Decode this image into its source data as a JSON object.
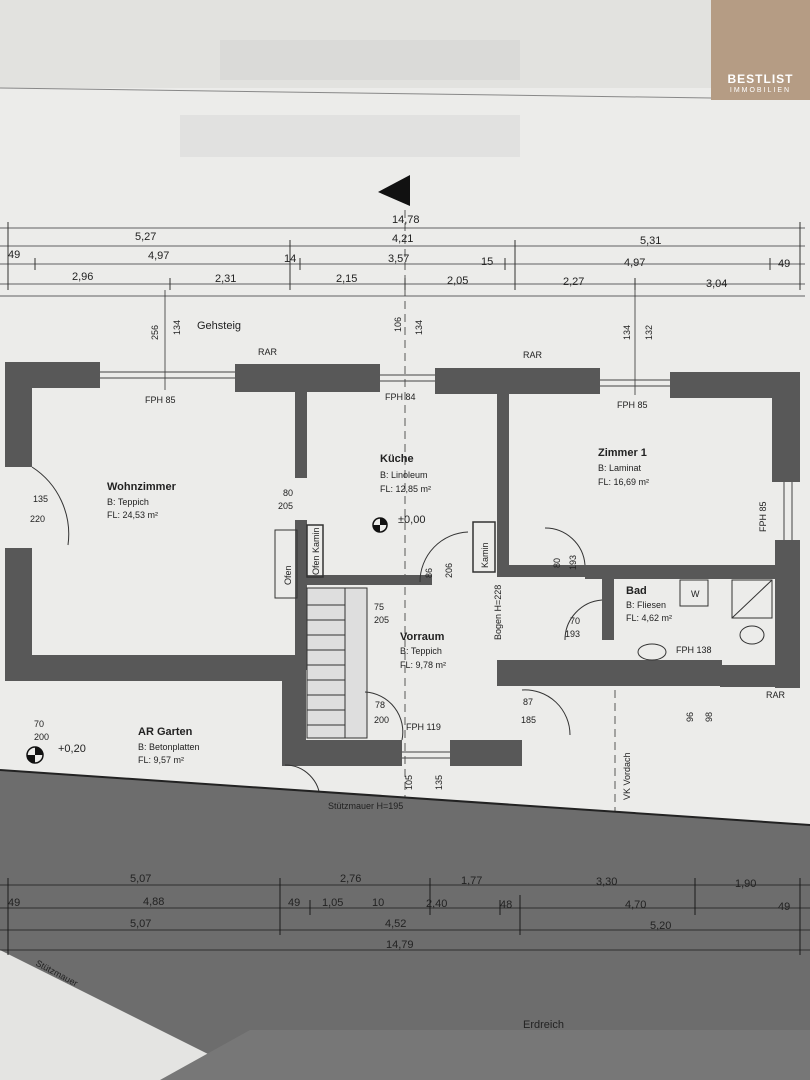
{
  "logo": {
    "brand": "BESTLIST",
    "sub": "IMMOBILIEN"
  },
  "dims_top": {
    "total": "14,78",
    "row1": [
      "5,27",
      "4,21",
      "5,31"
    ],
    "row2": [
      "49",
      "4,97",
      "14",
      "3,57",
      "15",
      "4,97",
      "49"
    ],
    "row3": [
      "2,96",
      "2,31",
      "2,15",
      "2,05",
      "2,27",
      "3,04"
    ]
  },
  "dims_bottom": {
    "row1": [
      "5,07",
      "2,76",
      "1,77",
      "3,30",
      "1,90"
    ],
    "row2": [
      "49",
      "4,88",
      "49",
      "1,05",
      "10",
      "2,40",
      "48",
      "4,70",
      "49"
    ],
    "row3": [
      "5,07",
      "4,52",
      "5,20"
    ],
    "total": "14,79"
  },
  "labels": {
    "gehsteig": "Gehsteig",
    "rar1": "RAR",
    "rar2": "RAR",
    "rar3": "RAR",
    "fph_wohn": "FPH 85",
    "fph_kueche": "FPH 84",
    "fph_zimmer": "FPH 85",
    "fph_side": "FPH 85",
    "fph_bad": "FPH 138",
    "fph_vorraum": "FPH 119",
    "height_a": "256",
    "height_b": "134",
    "height_c": "106",
    "height_d": "134",
    "height_e": "134",
    "height_f": "132",
    "ofen": "Ofen",
    "ofen_kamin": "Ofen Kamin",
    "kamin": "Kamin",
    "bogen": "Bogen H=228",
    "vk_vordach": "VK Vordach",
    "stuetzmauer": "Stützmauer H=195",
    "stuetzmauer2": "Stützmauer",
    "erdreich": "Erdreich",
    "level": "±0,00",
    "level_garden": "+0,20",
    "w": "W"
  },
  "openings": {
    "d1": "135",
    "d1b": "220",
    "d2": "80",
    "d2b": "205",
    "d3": "86",
    "d3b": "206",
    "d4": "80",
    "d4b": "193",
    "d5": "75",
    "d5b": "205",
    "d6": "70",
    "d6b": "193",
    "d7": "78",
    "d7b": "200",
    "d8": "87",
    "d8b": "185",
    "d9": "70",
    "d9b": "200",
    "d10": "105",
    "d10b": "135",
    "d11": "96",
    "d11b": "98"
  },
  "rooms": [
    {
      "name": "Wohnzimmer",
      "floor": "B: Teppich",
      "area": "FL: 24,53 m²"
    },
    {
      "name": "Küche",
      "floor": "B: Linoleum",
      "area": "FL: 12,85 m²"
    },
    {
      "name": "Zimmer 1",
      "floor": "B: Laminat",
      "area": "FL: 16,69 m²"
    },
    {
      "name": "Bad",
      "floor": "B: Fliesen",
      "area": "FL: 4,62 m²"
    },
    {
      "name": "Vorraum",
      "floor": "B: Teppich",
      "area": "FL: 9,78 m²"
    },
    {
      "name": "AR Garten",
      "floor": "B: Betonplatten",
      "area": "FL: 9,57 m²"
    }
  ]
}
